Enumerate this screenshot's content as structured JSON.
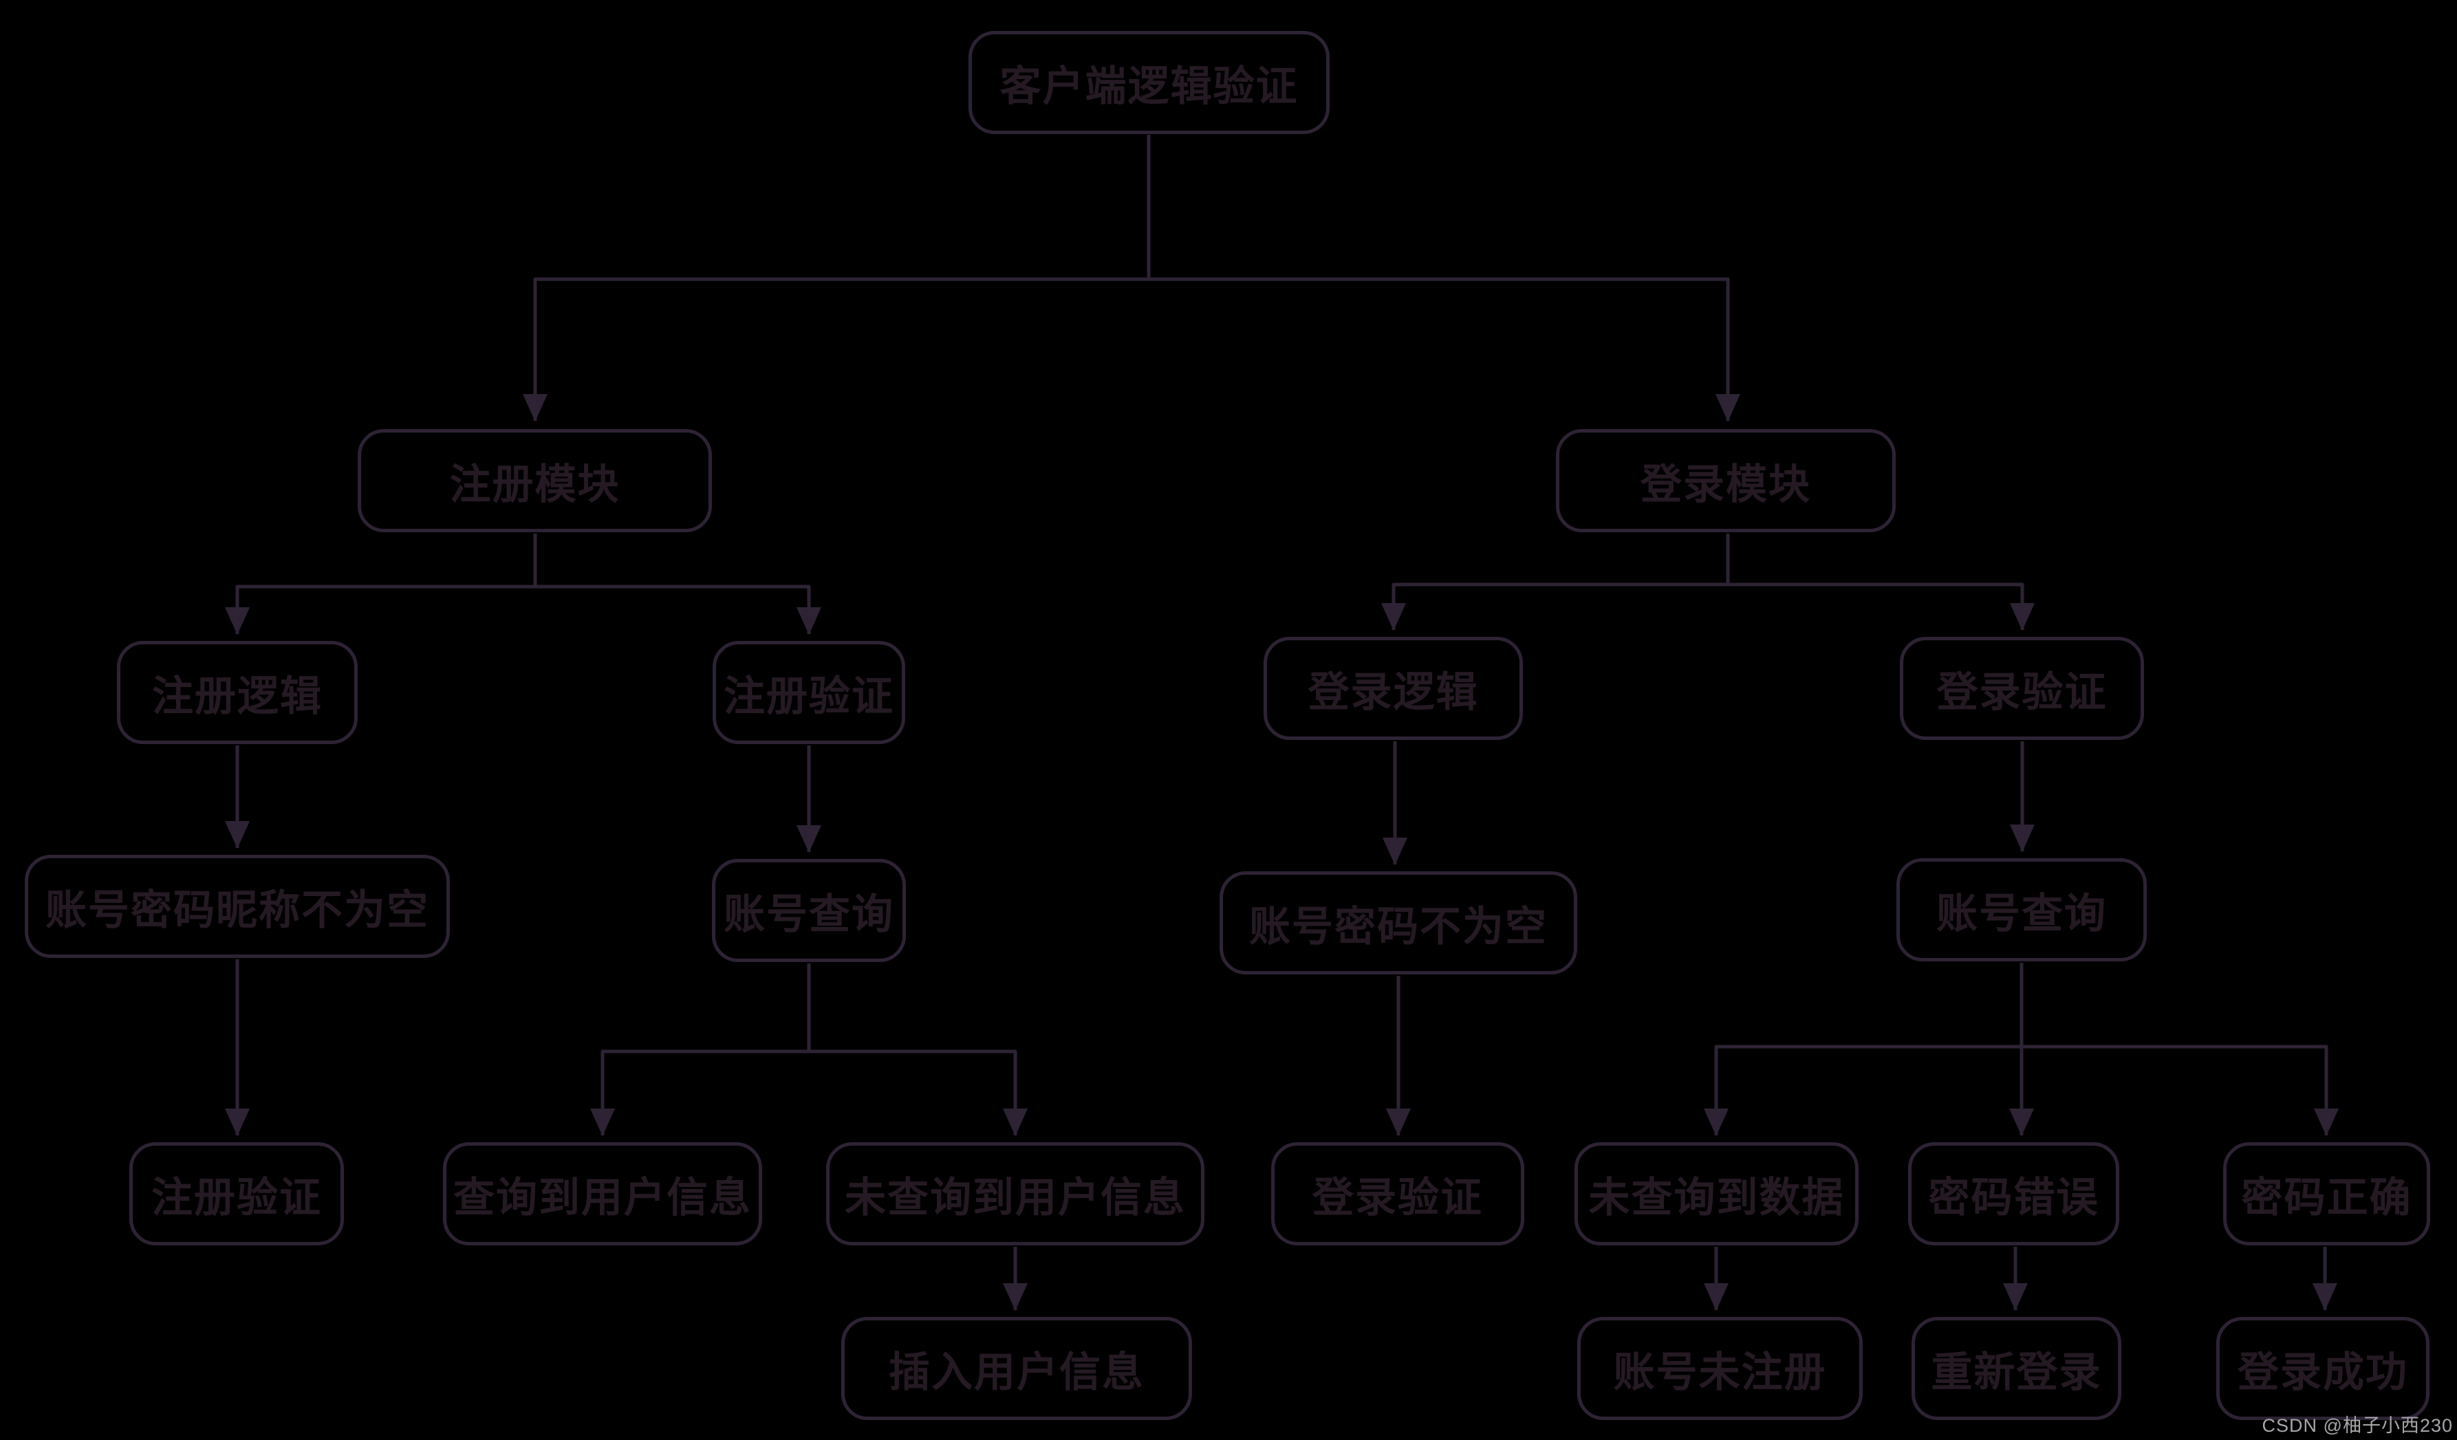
{
  "colors": {
    "background": "#000000",
    "line": "#2d2334",
    "text": "#251a23",
    "watermark": "#a7a7ab"
  },
  "watermark": {
    "text": "CSDN @柚子小西230"
  },
  "diagram": {
    "type": "flowchart",
    "nodes": [
      {
        "id": "client-logic-verification",
        "label": "客户端逻辑验证"
      },
      {
        "id": "register-module",
        "label": "注册模块"
      },
      {
        "id": "login-module",
        "label": "登录模块"
      },
      {
        "id": "register-logic",
        "label": "注册逻辑"
      },
      {
        "id": "register-verify",
        "label": "注册验证"
      },
      {
        "id": "login-logic",
        "label": "登录逻辑"
      },
      {
        "id": "login-verify",
        "label": "登录验证"
      },
      {
        "id": "register-fields-not-empty",
        "label": "账号密码昵称不为空"
      },
      {
        "id": "account-query-register",
        "label": "账号查询"
      },
      {
        "id": "login-fields-not-empty",
        "label": "账号密码不为空"
      },
      {
        "id": "account-query-login",
        "label": "账号查询"
      },
      {
        "id": "register-verify-result",
        "label": "注册验证"
      },
      {
        "id": "user-info-found",
        "label": "查询到用户信息"
      },
      {
        "id": "user-info-not-found",
        "label": "未查询到用户信息"
      },
      {
        "id": "login-verify-result",
        "label": "登录验证"
      },
      {
        "id": "data-not-found",
        "label": "未查询到数据"
      },
      {
        "id": "password-wrong",
        "label": "密码错误"
      },
      {
        "id": "password-correct",
        "label": "密码正确"
      },
      {
        "id": "insert-user-info",
        "label": "插入用户信息"
      },
      {
        "id": "account-not-registered",
        "label": "账号未注册"
      },
      {
        "id": "relogin",
        "label": "重新登录"
      },
      {
        "id": "login-success",
        "label": "登录成功"
      }
    ],
    "edges": [
      {
        "from": "client-logic-verification",
        "to": "register-module"
      },
      {
        "from": "client-logic-verification",
        "to": "login-module"
      },
      {
        "from": "register-module",
        "to": "register-logic"
      },
      {
        "from": "register-module",
        "to": "register-verify"
      },
      {
        "from": "register-logic",
        "to": "register-fields-not-empty"
      },
      {
        "from": "register-fields-not-empty",
        "to": "register-verify-result"
      },
      {
        "from": "register-verify",
        "to": "account-query-register"
      },
      {
        "from": "account-query-register",
        "to": "user-info-found"
      },
      {
        "from": "account-query-register",
        "to": "user-info-not-found"
      },
      {
        "from": "user-info-not-found",
        "to": "insert-user-info"
      },
      {
        "from": "login-module",
        "to": "login-logic"
      },
      {
        "from": "login-module",
        "to": "login-verify"
      },
      {
        "from": "login-logic",
        "to": "login-fields-not-empty"
      },
      {
        "from": "login-fields-not-empty",
        "to": "login-verify-result"
      },
      {
        "from": "login-verify",
        "to": "account-query-login"
      },
      {
        "from": "account-query-login",
        "to": "data-not-found"
      },
      {
        "from": "account-query-login",
        "to": "password-wrong"
      },
      {
        "from": "account-query-login",
        "to": "password-correct"
      },
      {
        "from": "data-not-found",
        "to": "account-not-registered"
      },
      {
        "from": "password-wrong",
        "to": "relogin"
      },
      {
        "from": "password-correct",
        "to": "login-success"
      }
    ]
  }
}
